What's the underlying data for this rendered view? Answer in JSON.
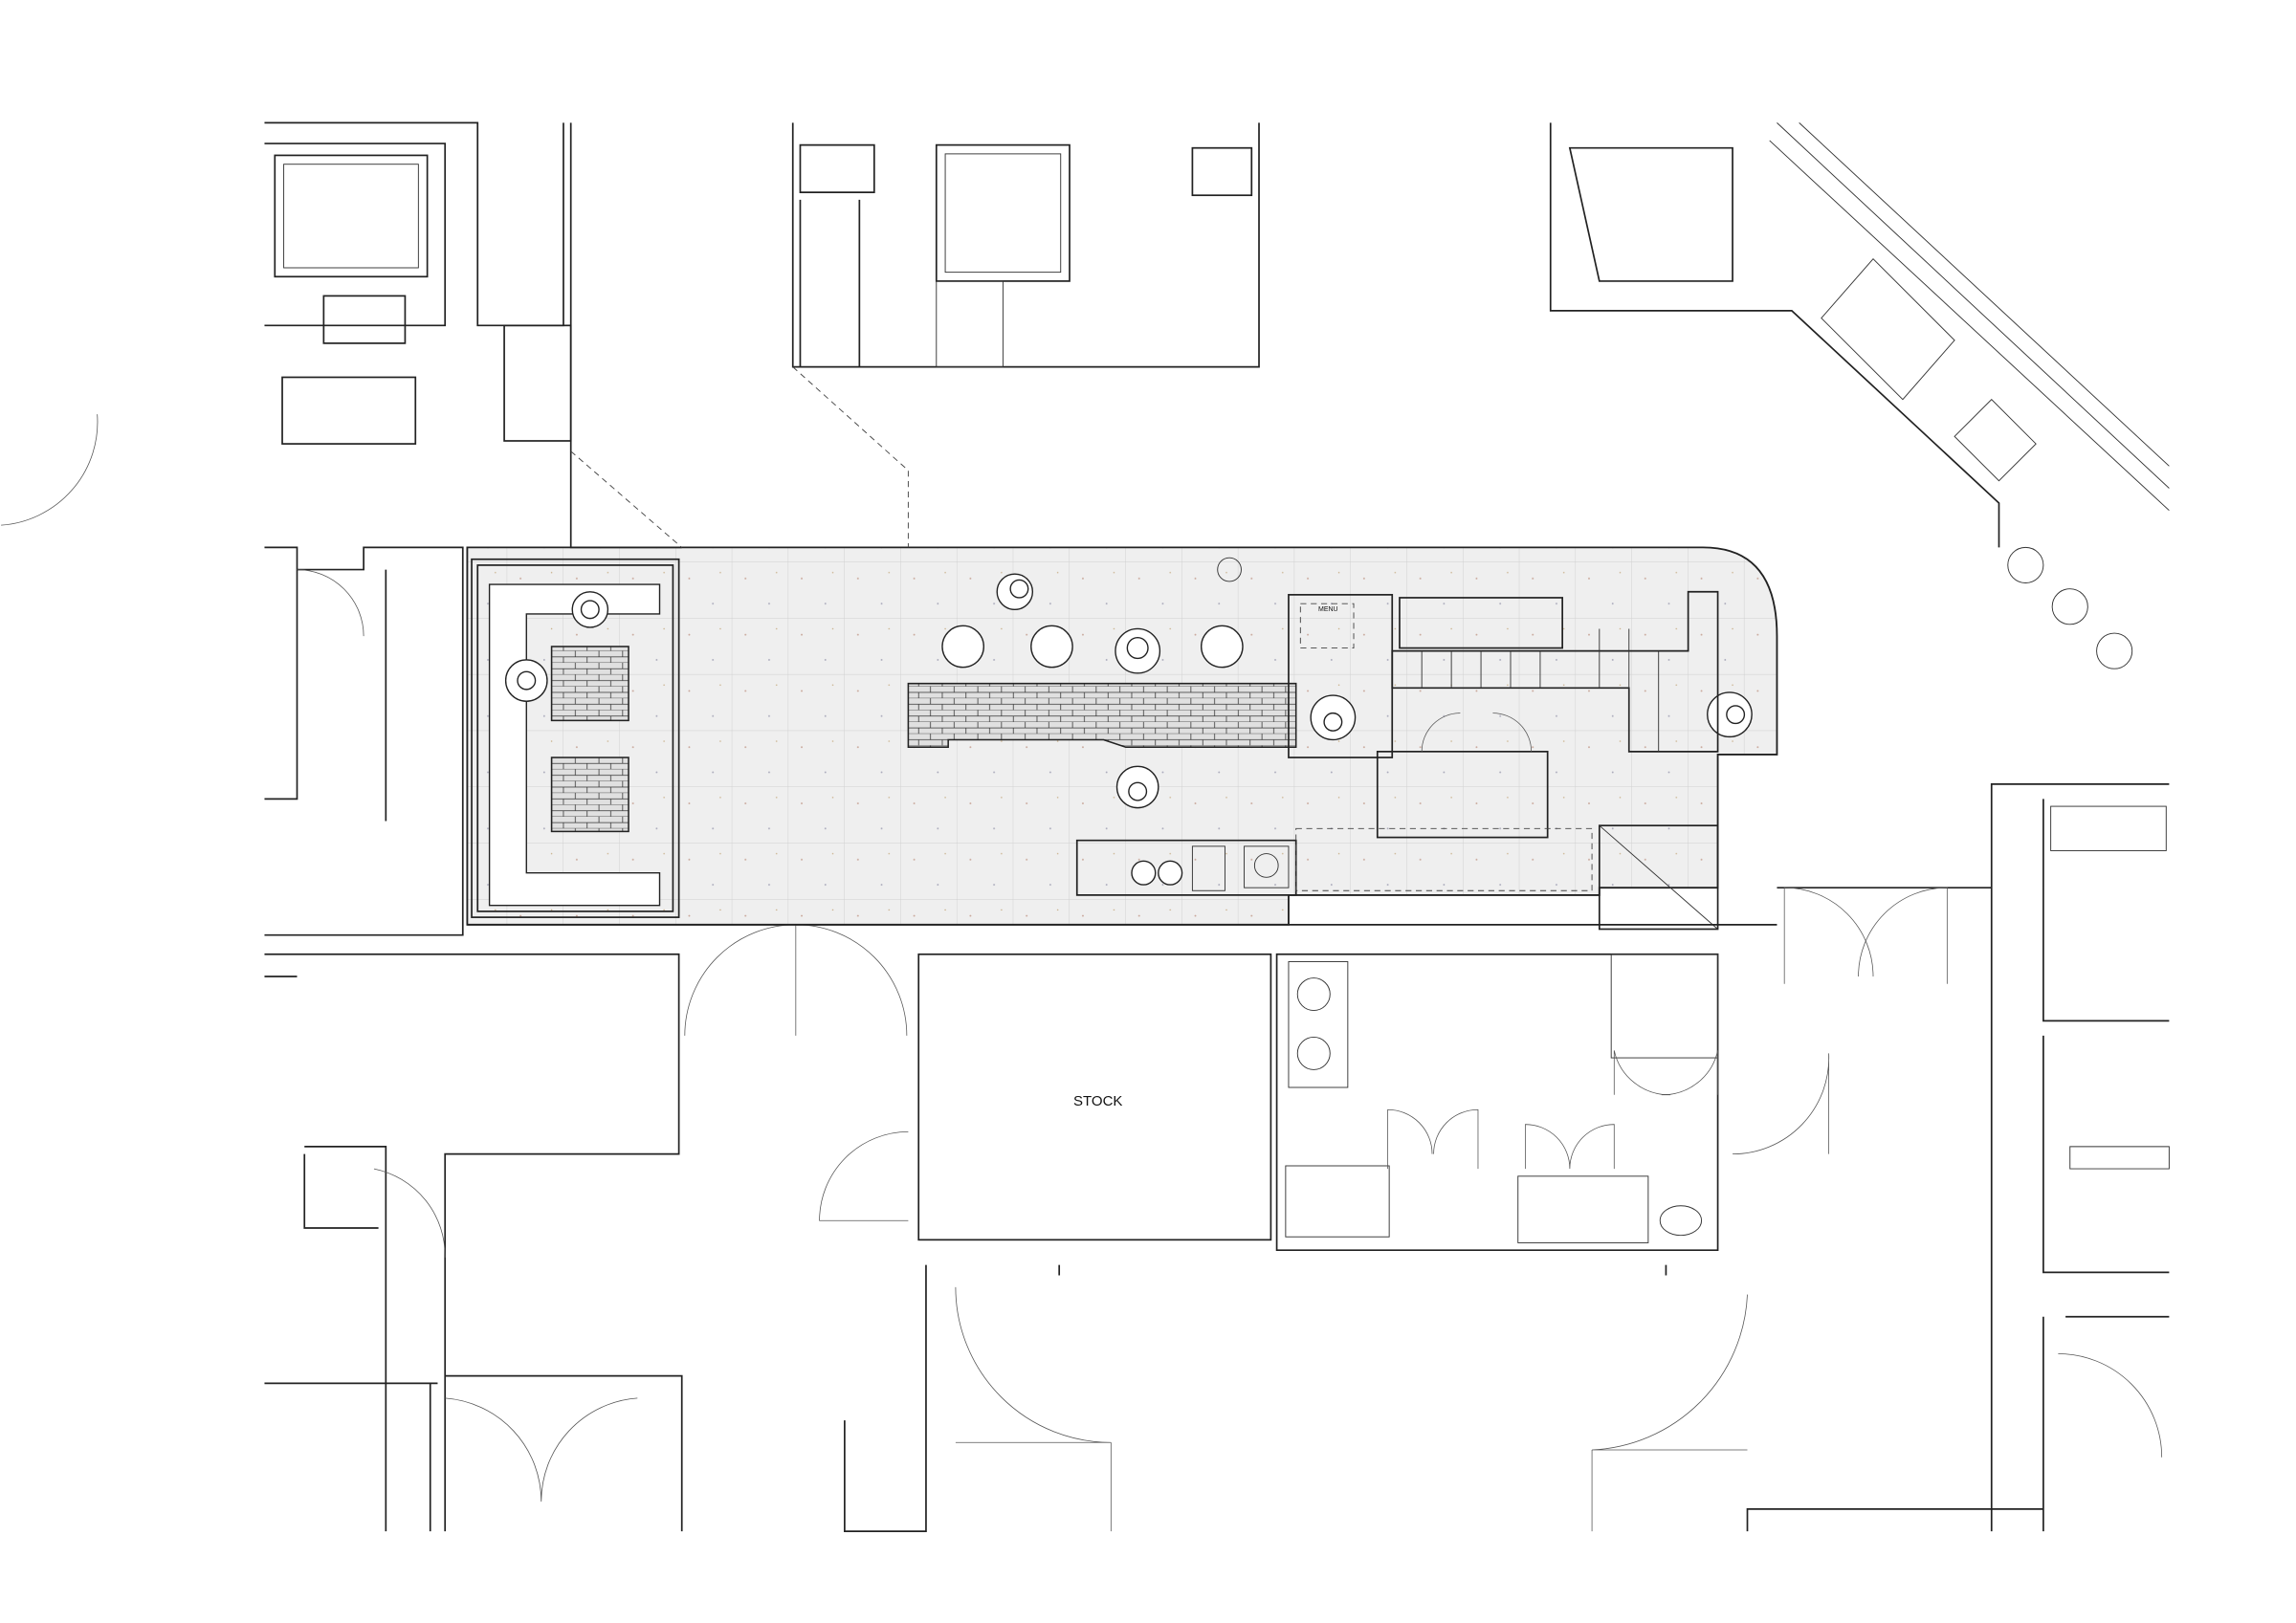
{
  "drawing": {
    "type": "architectural floor plan",
    "room_labels": {
      "stock": "STOCK",
      "menu_board": "MENU"
    },
    "colors": {
      "line": "#222222",
      "floor_tint": "#ececec",
      "background": "#ffffff"
    }
  }
}
